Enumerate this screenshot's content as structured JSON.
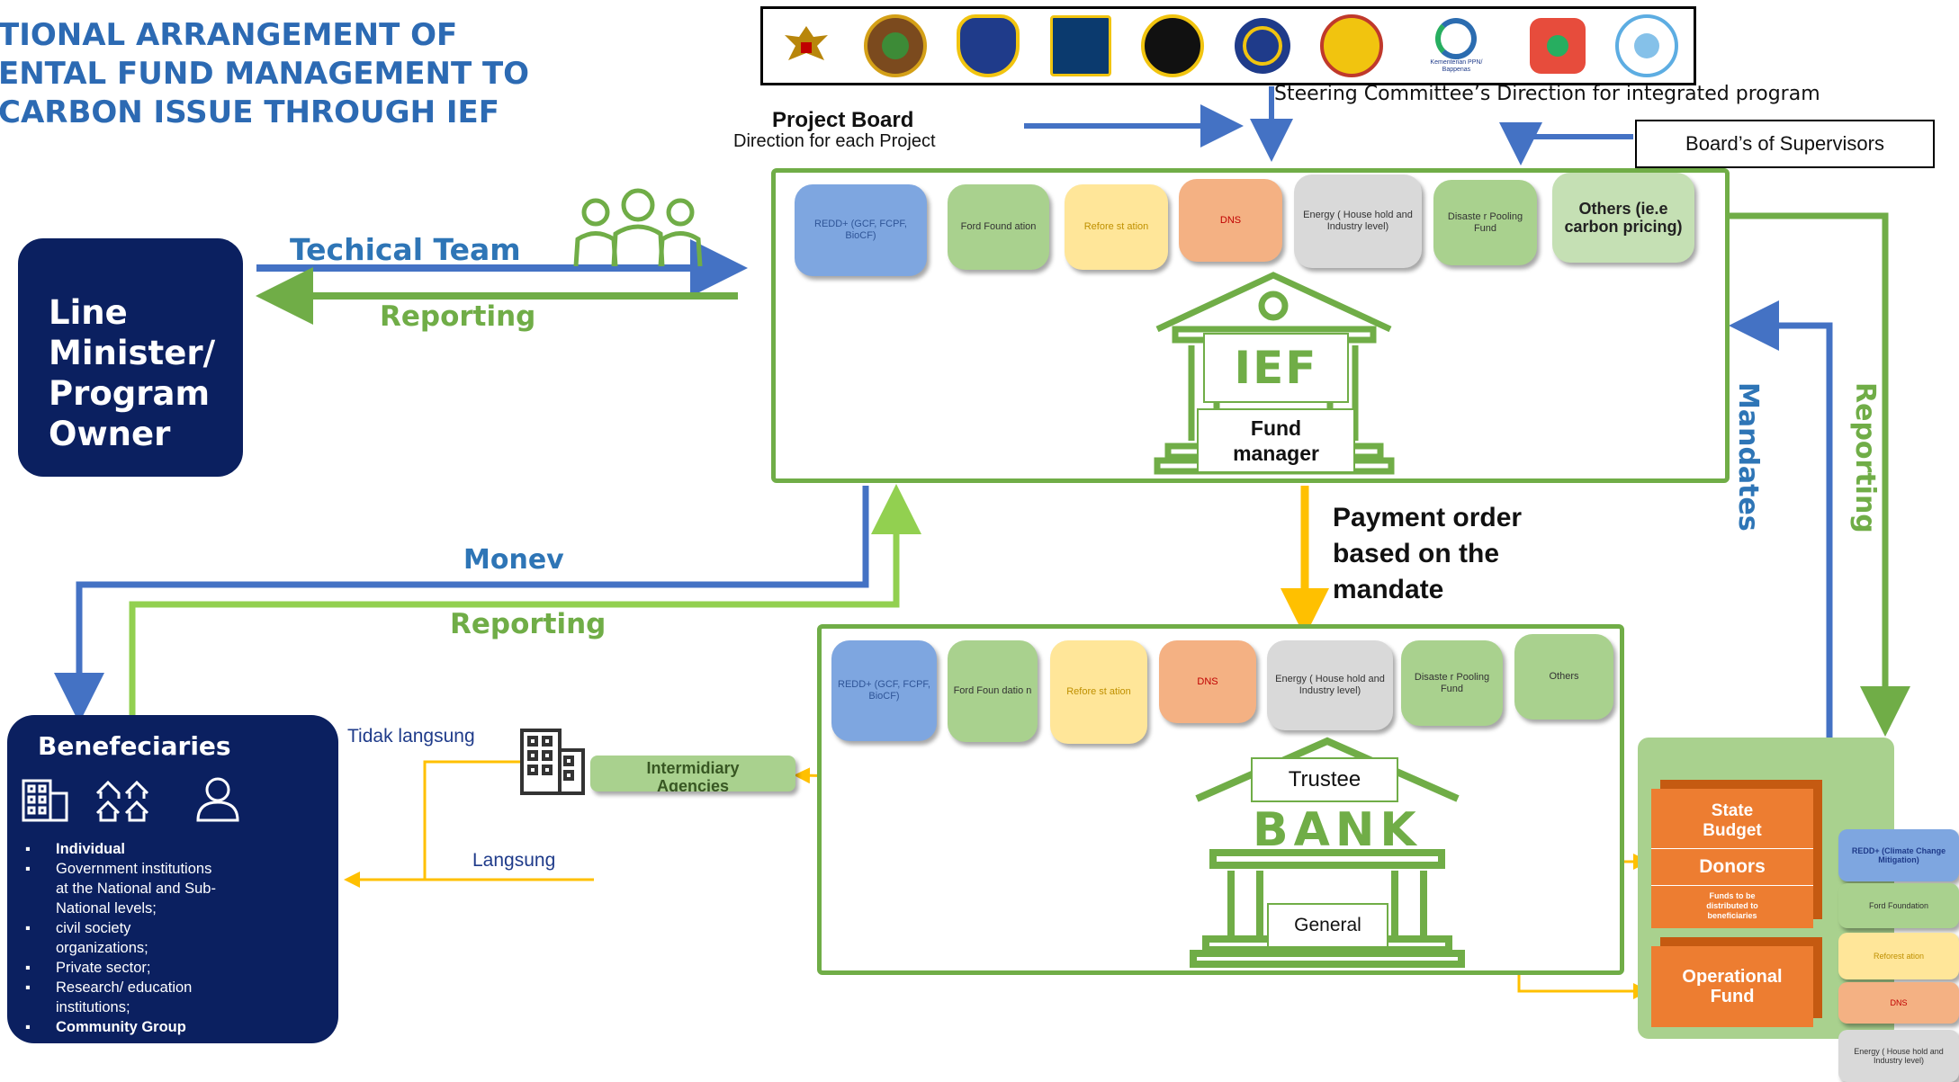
{
  "title_lines": [
    "TIONAL ARRANGEMENT OF",
    "ENTAL FUND MANAGEMENT TO",
    "CARBON ISSUE THROUGH IEF"
  ],
  "project_board": {
    "title": "Project Board",
    "subtitle": "Direction for each Project"
  },
  "steering_text": "Steering Committee’s Direction for integrated program",
  "supervisors": "Board’s of Supervisors",
  "logo_caption": "Kementerian PPN/ Bappenas",
  "line_minister": [
    "Line",
    "Minister/",
    "Program",
    "Owner"
  ],
  "labels": {
    "technical_team": "Techical Team",
    "reporting_top": "Reporting",
    "monev": "Monev",
    "reporting_mid": "Reporting",
    "payment_order": [
      "Payment order",
      "based on the",
      "mandate"
    ],
    "mandates": "Mandates",
    "reporting_right": "Reporting",
    "tidak_langsung": "Tidak langsung",
    "langsung": "Langsung"
  },
  "ief": {
    "icon_text": "IEF",
    "fund_manager": [
      "Fund",
      "manager"
    ],
    "windows": [
      {
        "text": "REDD+ (GCF, FCPF, BioCF)",
        "color": "#7ea6e0"
      },
      {
        "text": "Ford Found ation",
        "color": "#a9d18e"
      },
      {
        "text": "Refore st ation",
        "color": "#ffe699"
      },
      {
        "text": "DNS",
        "color": "#f4b183"
      },
      {
        "text": "Energy ( House hold and Industry level)",
        "color": "#d9d9d9"
      },
      {
        "text": "Disaste r Pooling Fund",
        "color": "#a9d18e"
      },
      {
        "text": "Others (ie.e carbon pricing)",
        "color": "#c5e0b4"
      }
    ]
  },
  "bank": {
    "trustee": "Trustee",
    "bank_text": "BANK",
    "general": "General",
    "windows": [
      {
        "text": "REDD+ (GCF, FCPF, BioCF)",
        "color": "#7ea6e0"
      },
      {
        "text": "Ford Foun datio n",
        "color": "#a9d18e"
      },
      {
        "text": "Refore st ation",
        "color": "#ffe699"
      },
      {
        "text": "DNS",
        "color": "#f4b183"
      },
      {
        "text": "Energy ( House hold and Industry level)",
        "color": "#d9d9d9"
      },
      {
        "text": "Disaste r Pooling Fund",
        "color": "#a9d18e"
      },
      {
        "text": "Others",
        "color": "#a9d18e"
      }
    ]
  },
  "intermediary": "Intermidiary Agencies",
  "beneficiaries": {
    "title": "Benefeciaries",
    "items": [
      {
        "text": "Individual",
        "bold": true
      },
      {
        "text": "Government institutions",
        "bold": false
      },
      {
        "text": "at the National and Sub-",
        "bold": false
      },
      {
        "text": "National levels;",
        "bold": false
      },
      {
        "text": "civil society",
        "bold": false
      },
      {
        "text": "organizations;",
        "bold": false
      },
      {
        "text": "Private sector;",
        "bold": false
      },
      {
        "text": "Research/ education",
        "bold": false
      },
      {
        "text": "institutions;",
        "bold": false
      },
      {
        "text": "Community Group",
        "bold": true
      }
    ]
  },
  "funds": {
    "state_budget": [
      "State",
      "Budget"
    ],
    "donors": "Donors",
    "funds_note": [
      "Funds to be",
      "distributed to",
      "beneficiaries"
    ],
    "operational": [
      "Operational",
      "Fund"
    ],
    "side_windows": [
      {
        "text": "REDD+ (Climate Change Mitigation)",
        "color": "#7ea6e0"
      },
      {
        "text": "Ford Foundation",
        "color": "#a9d18e"
      },
      {
        "text": "Reforest ation",
        "color": "#ffe699"
      },
      {
        "text": "DNS",
        "color": "#f4b183"
      },
      {
        "text": "Energy ( House hold and Industry level)",
        "color": "#d9d9d9"
      }
    ]
  },
  "colors": {
    "blue": "#4472c4",
    "green": "#70ad47",
    "light_green": "#92d050",
    "orange": "#ffc000",
    "navy": "#0b2060"
  }
}
